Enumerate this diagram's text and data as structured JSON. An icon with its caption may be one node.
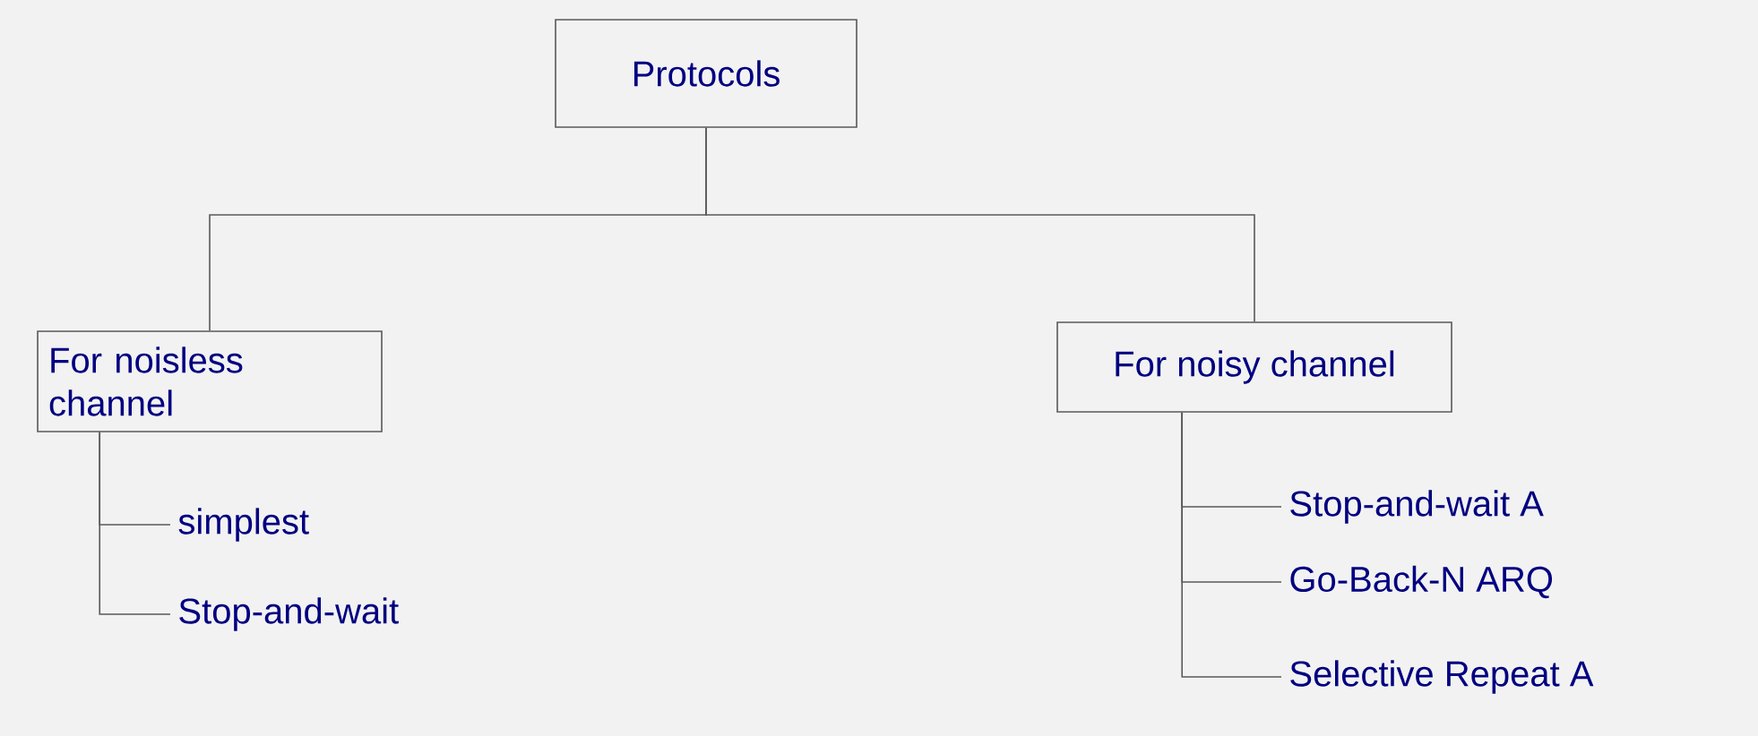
{
  "diagram": {
    "nodes": [
      {
        "text": [
          "Protocols"
        ]
      },
      {
        "text": [
          "For noisless channel"
        ]
      },
      {
        "text": [
          "For noisy channel"
        ]
      },
      {
        "text": [
          "simplest"
        ]
      },
      {
        "text": [
          "Stop-and-wait"
        ]
      },
      {
        "text": [
          "Stop-and-wait A"
        ]
      },
      {
        "text": [
          "Go-Back-N ARQ"
        ]
      },
      {
        "text": [
          "Selective Repeat A"
        ]
      }
    ],
    "edges": [
      {
        "from": 0,
        "to": 1,
        "arrow": "none"
      },
      {
        "from": 0,
        "to": 2,
        "arrow": "none"
      },
      {
        "from": 1,
        "to": 3,
        "arrow": "none"
      },
      {
        "from": 1,
        "to": 4,
        "arrow": "none"
      },
      {
        "from": 2,
        "to": 5,
        "arrow": "none"
      },
      {
        "from": 2,
        "to": 6,
        "arrow": "none"
      },
      {
        "from": 2,
        "to": 7,
        "arrow": "none"
      }
    ]
  }
}
